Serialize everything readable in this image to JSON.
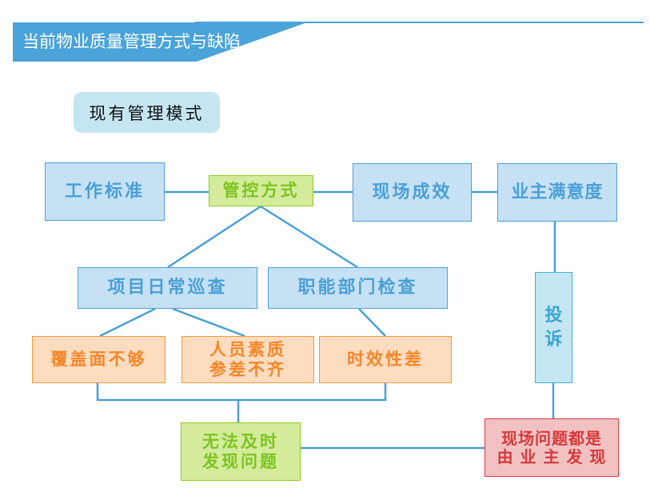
{
  "header": {
    "title": "当前物业质量管理方式与缺陷",
    "accent_color": "#4aa3d9"
  },
  "section_label": "现有管理模式",
  "nodes": {
    "work_standard": "工作标准",
    "control_method": "管控方式",
    "site_result": "现场成效",
    "owner_satisfaction": "业主满意度",
    "daily_patrol": "项目日常巡查",
    "dept_inspection": "职能部门检查",
    "coverage_insufficient": "覆盖面不够",
    "staff_quality_line1": "人员素质",
    "staff_quality_line2": "参差不齐",
    "timeliness_poor": "时效性差",
    "complaint_line1": "投",
    "complaint_line2": "诉",
    "cannot_detect_line1": "无法及时",
    "cannot_detect_line2": "发现问题",
    "owner_found_line1": "现场问题都是",
    "owner_found_line2": "由 业 主 发 现"
  },
  "colors": {
    "blue_box": "#c6e1f4",
    "blue_text": "#4aa0d6",
    "green_box": "#d3eb9b",
    "green_text": "#7dc420",
    "orange_box": "#fddcbf",
    "orange_text": "#f3872a",
    "red_box": "#f2c2c2",
    "red_text": "#d6393c",
    "connector": "#4aa0d6"
  }
}
